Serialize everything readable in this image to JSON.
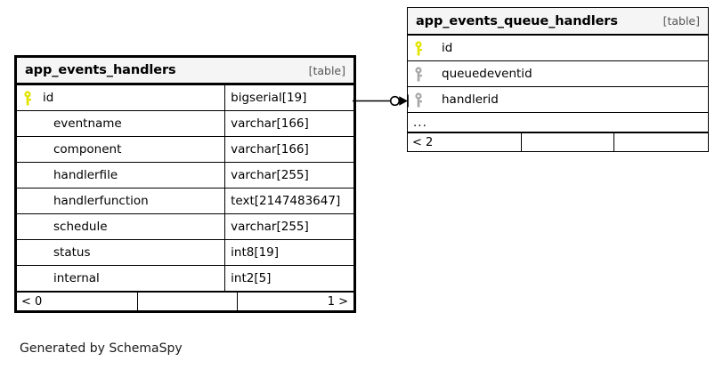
{
  "diagram": {
    "footnote": "Generated by SchemaSpy",
    "relationship": {
      "from_table": "app_events_handlers",
      "from_column": "id",
      "to_table": "app_events_queue_handlers",
      "to_column": "handlerid",
      "source_cardinality": "zero-or-one",
      "target_cardinality": "many",
      "notation": "crows-foot"
    },
    "colors": {
      "primary_key": "#e3e300",
      "foreign_key": "#a8a8a8",
      "header_background": "#f5f5f5",
      "border": "#000000",
      "tag_text": "#555555"
    }
  },
  "tables": [
    {
      "name": "app_events_handlers",
      "tag": "[table]",
      "focused": true,
      "columns": [
        {
          "key": "primary",
          "name": "id",
          "type": "bigserial[19]"
        },
        {
          "key": "none",
          "name": "eventname",
          "type": "varchar[166]"
        },
        {
          "key": "none",
          "name": "component",
          "type": "varchar[166]"
        },
        {
          "key": "none",
          "name": "handlerfile",
          "type": "varchar[255]"
        },
        {
          "key": "none",
          "name": "handlerfunction",
          "type": "text[2147483647]"
        },
        {
          "key": "none",
          "name": "schedule",
          "type": "varchar[255]"
        },
        {
          "key": "none",
          "name": "status",
          "type": "int8[19]"
        },
        {
          "key": "none",
          "name": "internal",
          "type": "int2[5]"
        }
      ],
      "footer": {
        "left": "< 0",
        "middle": "",
        "right": "1 >"
      }
    },
    {
      "name": "app_events_queue_handlers",
      "tag": "[table]",
      "focused": false,
      "columns": [
        {
          "key": "primary",
          "name": "id"
        },
        {
          "key": "foreign",
          "name": "queuedeventid"
        },
        {
          "key": "foreign",
          "name": "handlerid"
        }
      ],
      "more_indicator": "...",
      "footer": {
        "left": "< 2",
        "middle": "",
        "right": ""
      }
    }
  ]
}
